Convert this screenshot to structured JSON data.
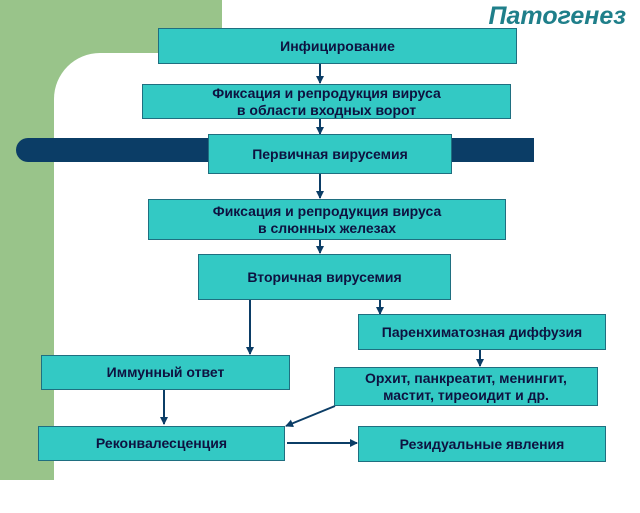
{
  "title": "Патогенез",
  "nodes": {
    "infection": "Инфицирование",
    "entry_gate": "Фиксация и репродукция вируса\nв области входных ворот",
    "primary_viremia": "Первичная вирусемия",
    "salivary": "Фиксация и репродукция вируса\nв слюнных  железах",
    "secondary_viremia": "Вторичная вирусемия",
    "parenchymal": "Паренхиматозная диффузия",
    "immune": "Иммунный ответ",
    "complications": "Орхит, панкреатит, менингит,\nмастит, тиреоидит и др.",
    "convalescence": "Реконвалесценция",
    "residual": "Резидуальные явления"
  },
  "colors": {
    "box": "#33c9c4",
    "box_border": "#1f6f80",
    "text": "#0e1240",
    "arrow": "#0b3d66",
    "title": "#1f7f8a",
    "bg_green": "#99c48a",
    "bar": "#0b3d66"
  }
}
